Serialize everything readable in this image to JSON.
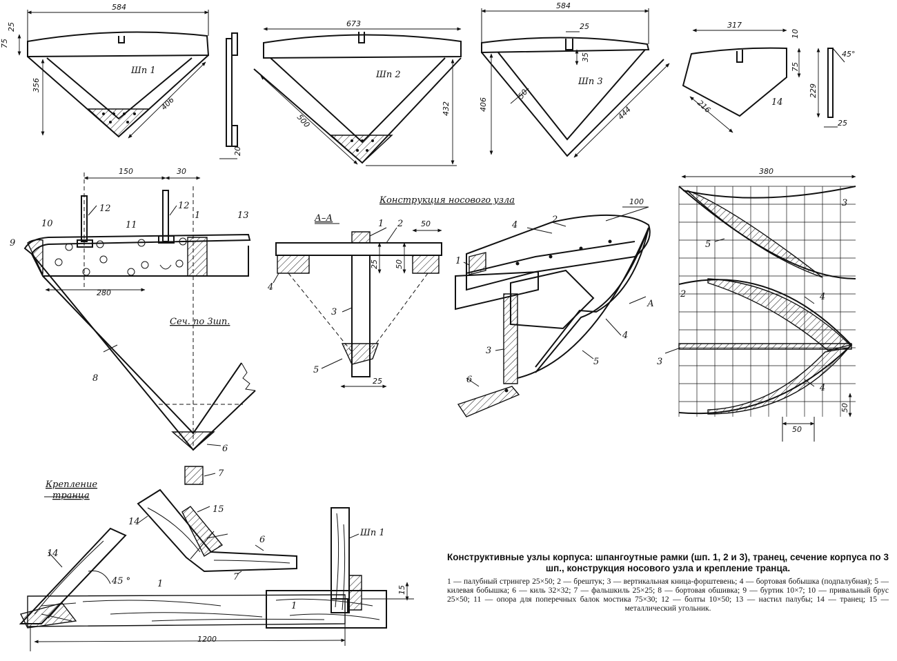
{
  "frame1": {
    "label": "Шп 1",
    "dim_width": "584",
    "dim_top": "25",
    "dim_side": "75",
    "dim_height": "356",
    "dim_diag": "406",
    "dim_edge": "20"
  },
  "frame2": {
    "label": "Шп 2",
    "dim_width": "673",
    "dim_diag": "500",
    "dim_height": "432"
  },
  "frame3": {
    "label": "Шп 3",
    "dim_width": "584",
    "dim_slot": "25",
    "dim_depth": "35",
    "dim_beam": "50",
    "dim_height": "406",
    "dim_diag": "444"
  },
  "transom": {
    "dim_width": "317",
    "dim_top": "10",
    "dim_mid": "75",
    "dim_height": "229",
    "dim_side": "216",
    "angle": "45°",
    "dim_thick": "25",
    "part": "14"
  },
  "section": {
    "title": "Сеч. по 3шп.",
    "dim_span": "150",
    "dim_gap": "30",
    "dim_base": "280",
    "callouts": {
      "n1": "1",
      "n6": "6",
      "n7": "7",
      "n8": "8",
      "n9": "9",
      "n10": "10",
      "n11": "11",
      "n12a": "12",
      "n12b": "12",
      "n13": "13"
    }
  },
  "nose": {
    "title": "Конструкция носового узла",
    "aa_title": "А–А",
    "dim_top": "50",
    "dim_h1": "25",
    "dim_h2": "50",
    "dim_bottom": "25",
    "dim_iso": "100",
    "callouts": {
      "a1": "1",
      "a2": "2",
      "a3": "3",
      "a4": "4",
      "a5": "5",
      "i1": "1",
      "i2": "2",
      "i3": "3",
      "i4": "4",
      "iA": "4",
      "i5": "5",
      "i6": "6",
      "A": "А"
    }
  },
  "plan": {
    "dim_width": "380",
    "dim_cell_h": "50",
    "dim_cell_w": "50",
    "callouts": {
      "p2": "2",
      "p3": "3",
      "p3b": "3",
      "p4": "4",
      "p4b": "4",
      "p5": "5"
    }
  },
  "mount": {
    "title_line1": "Крепление",
    "title_line2": "транца",
    "angle": "45 °",
    "dim_length": "1200",
    "dim_15": "15",
    "frame_label": "Шп 1",
    "callouts": {
      "m14": "14",
      "m1": "1",
      "m14b": "14",
      "m15": "15",
      "m6": "6",
      "m7": "7",
      "m1b": "1"
    }
  },
  "caption": {
    "title": "Конструктивные узлы корпуса: шпангоутные рамки (шп. 1, 2 и 3), транец, сечение корпуса по 3 шп., конструкция носового узла и крепление транца.",
    "legend": "1 — палубный стрингер 25×50; 2 — брештук; 3 — вертикальная кница-форштевень; 4 — бортовая бобышка (подпалубная); 5 — килевая бобышка; 6 — киль 32×32; 7 — фальшкиль 25×25; 8 — бортовая обшивка; 9 — буртик 10×7; 10 — привальный брус 25×50; 11 — опора для поперечных балок мостика 75×30; 12 — болты 10×50; 13 — настил палубы; 14 — транец; 15 — металлический угольник."
  }
}
